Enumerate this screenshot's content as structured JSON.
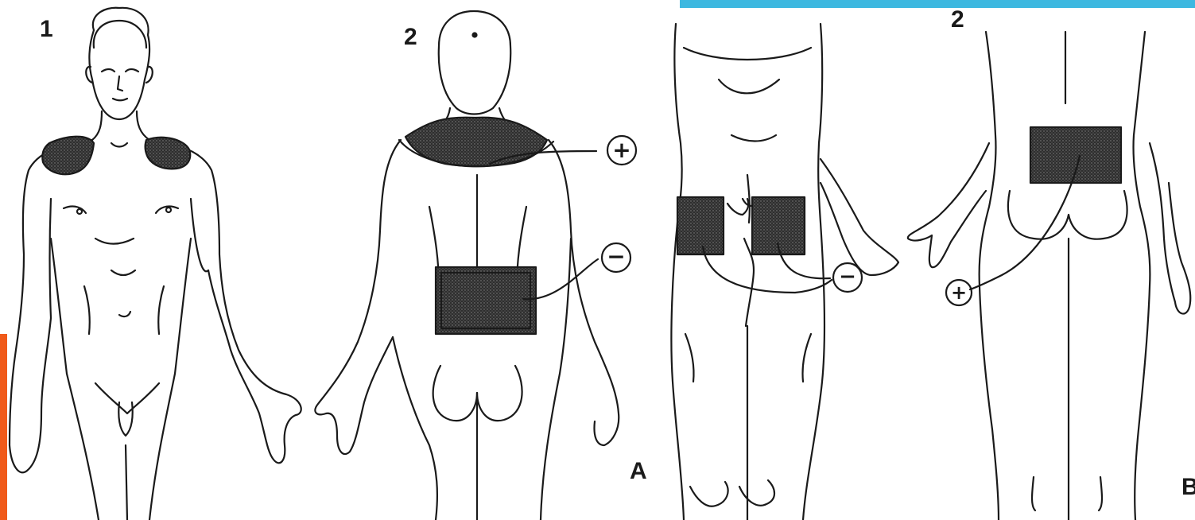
{
  "labels": {
    "fig1_number": "1",
    "fig2_number": "2",
    "fig3_number": "2",
    "panel_a": "A",
    "panel_b": "B"
  },
  "terminals": {
    "a_plus": "+",
    "a_minus": "−",
    "b_minus": "−",
    "b_plus": "+"
  },
  "colors": {
    "accent_top": "#3db8e0",
    "accent_left": "#f05a1a",
    "line": "#1a1a1a",
    "pad_fill": "#3a3a3a"
  }
}
